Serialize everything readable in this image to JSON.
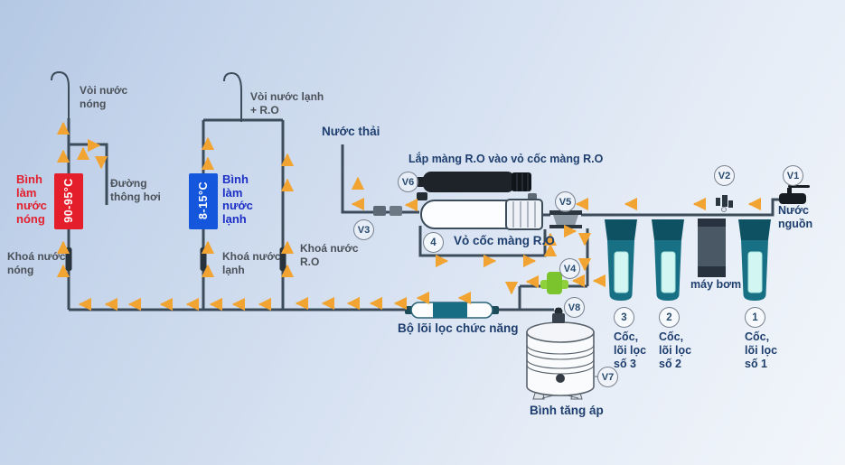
{
  "colors": {
    "background_top": "#b4c8e4",
    "background_bottom": "#f2f6fb",
    "pipe": "#3d4c5a",
    "arrow": "#f2a432",
    "hot_tank_red": "#e51e2c",
    "cold_tank_blue": "#1557dc",
    "filter_teal": "#187084",
    "filter_window": "#d2f7f3",
    "valve_green": "#7cc42d",
    "label_navy": "#1e3e6e",
    "label_gray": "#4a5058",
    "label_red": "#e31f2d",
    "label_blue": "#1b2fc6"
  },
  "hot_water": {
    "faucet_label": "Vòi nước\nnóng",
    "vent_label": "Đường\nthông hơi",
    "tank_label": "Bình\nlàm\nnước\nnóng",
    "tank_temp": "90-95°C",
    "valve_label": "Khoá nước\nnóng"
  },
  "cold_water": {
    "faucet_label": "Vòi nước lạnh\n+ R.O",
    "tank_label": "Bình\nlàm\nnước\nlạnh",
    "tank_temp": "8-15°C",
    "valve_label": "Khoá nước\nlạnh",
    "ro_valve_label": "Khoá nước\nR.O"
  },
  "membrane": {
    "waste_label": "Nước thải",
    "install_note": "Lắp màng R.O vào vỏ cốc màng R.O",
    "housing_label": "Vỏ cốc màng R.O",
    "housing_badge": "4"
  },
  "source": {
    "label": "Nước nguồn"
  },
  "filters": {
    "pump_label": "máy bơm",
    "items": [
      {
        "badge": "3",
        "label": "Cốc,\nlõi lọc\nsố 3"
      },
      {
        "badge": "2",
        "label": "Cốc,\nlõi lọc\nsố 2"
      },
      {
        "badge": "1",
        "label": "Cốc,\nlõi lọc\nsố 1"
      }
    ]
  },
  "post": {
    "inline_filter_label": "Bộ lõi lọc chức năng",
    "tank_label": "Bình tăng áp"
  },
  "valve_tags": {
    "v1": "V1",
    "v2": "V2",
    "v3": "V3",
    "v4": "V4",
    "v5": "V5",
    "v6": "V6",
    "v7": "V7",
    "v8": "V8"
  }
}
